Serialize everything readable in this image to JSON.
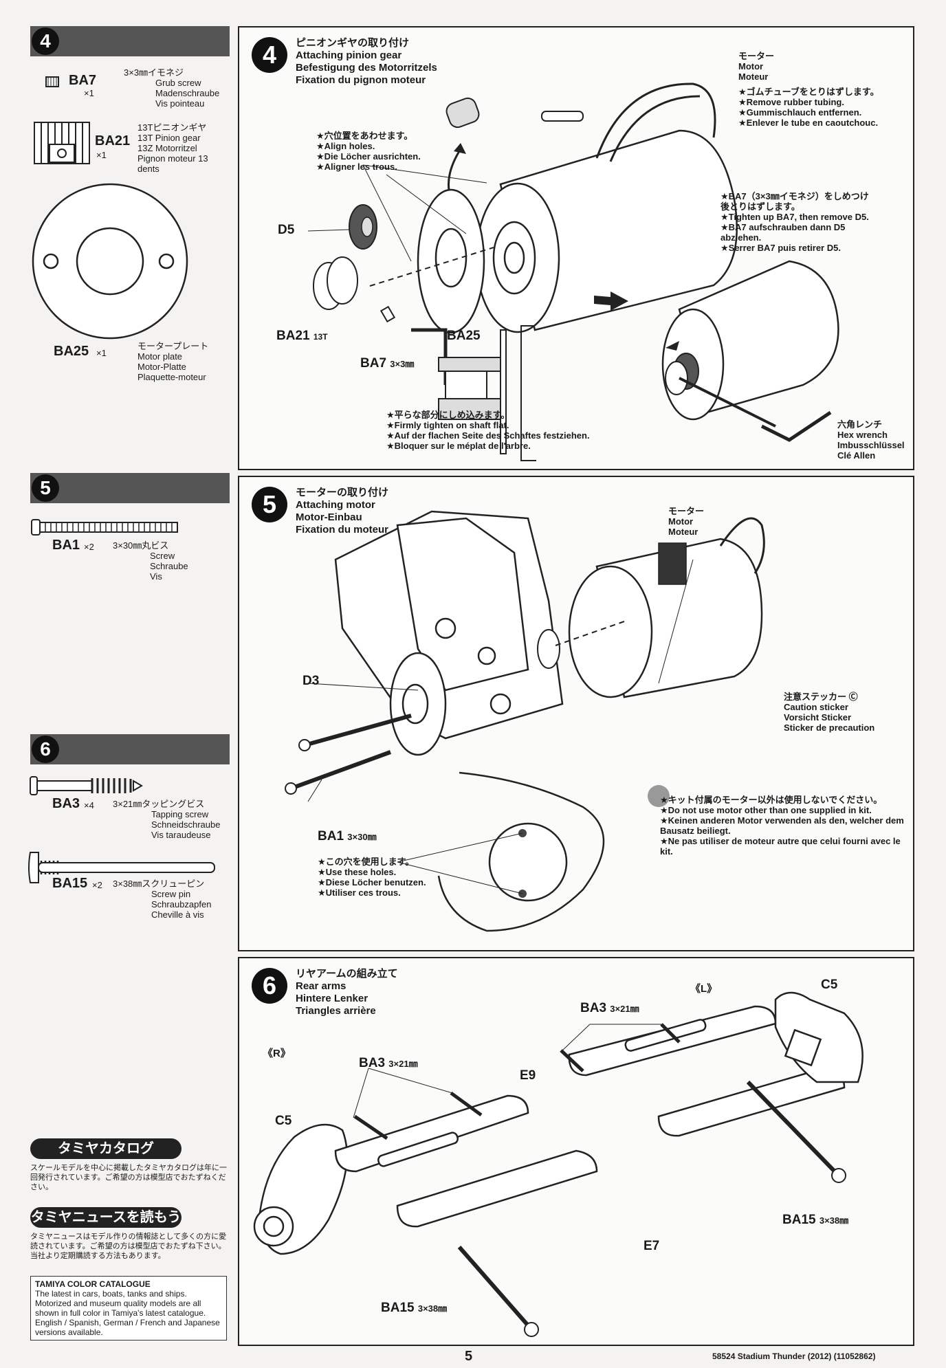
{
  "left": {
    "step4": {
      "num": "4",
      "ba7": {
        "code": "BA7",
        "qty": "×1",
        "jp": "3×3㎜イモネジ",
        "en": "Grub screw",
        "de": "Madenschraube",
        "fr": "Vis pointeau"
      },
      "ba21": {
        "code": "BA21",
        "qty": "×1",
        "jp": "13Tピニオンギヤ",
        "en": "13T Pinion gear",
        "de": "13Z Motorritzel",
        "fr": "Pignon moteur 13 dents"
      },
      "ba25": {
        "code": "BA25",
        "qty": "×1",
        "jp": "モータープレート",
        "en": "Motor plate",
        "de": "Motor-Platte",
        "fr": "Plaquette-moteur"
      }
    },
    "step5": {
      "num": "5",
      "ba1": {
        "code": "BA1",
        "qty": "×2",
        "jp": "3×30㎜丸ビス",
        "en": "Screw",
        "de": "Schraube",
        "fr": "Vis"
      }
    },
    "step6": {
      "num": "6",
      "ba3": {
        "code": "BA3",
        "qty": "×4",
        "jp": "3×21㎜タッピングビス",
        "en": "Tapping screw",
        "de": "Schneidschraube",
        "fr": "Vis taraudeuse"
      },
      "ba15": {
        "code": "BA15",
        "qty": "×2",
        "jp": "3×38㎜スクリューピン",
        "en": "Screw pin",
        "de": "Schraubzapfen",
        "fr": "Cheville à vis"
      }
    },
    "catalog_jp": {
      "title": "タミヤカタログ",
      "body": "スケールモデルを中心に掲載したタミヤカタログは年に一回発行されています。ご希望の方は模型店でおたずねください。"
    },
    "news_jp": {
      "title": "タミヤニュースを読もう",
      "body": "タミヤニュースはモデル作りの情報誌として多くの方に愛読されています。ご希望の方は模型店でおたずね下さい。当社より定期購読する方法もあります。"
    },
    "catalog_en": {
      "title": "TAMIYA COLOR CATALOGUE",
      "body": "The latest in cars, boats, tanks and ships. Motorized and museum quality models are all shown in full color in Tamiya's latest catalogue. English / Spanish, German / French and Japanese versions available."
    }
  },
  "panel4": {
    "num": "4",
    "title_jp": "ピニオンギヤの取り付け",
    "title_en": "Attaching pinion gear",
    "title_de": "Befestigung des Motorritzels",
    "title_fr": "Fixation du pignon moteur",
    "motor": [
      "モーター",
      "Motor",
      "Moteur"
    ],
    "tube_note": [
      "★ゴムチューブをとりはずします。",
      "★Remove rubber tubing.",
      "★Gummischlauch entfernen.",
      "★Enlever le tube en caoutchouc."
    ],
    "align_note": [
      "★穴位置をあわせます。",
      "★Align holes.",
      "★Die Löcher ausrichten.",
      "★Aligner les trous."
    ],
    "tighten_note": [
      "★BA7（3×3㎜イモネジ）をしめつけ",
      "後とりはずします。",
      "★Tighten up BA7, then remove D5.",
      "★BA7 aufschrauben dann D5",
      "abziehen.",
      "★Serrer BA7 puis retirer D5."
    ],
    "flat_note": [
      "★平らな部分にしめ込みます。",
      "★Firmly tighten on shaft flat.",
      "★Auf der flachen Seite des Schaftes festziehen.",
      "★Bloquer sur le méplat de l'arbre."
    ],
    "hex": [
      "六角レンチ",
      "Hex wrench",
      "Imbusschlüssel",
      "Clé Allen"
    ],
    "d5": "D5",
    "ba21": "BA21",
    "ba21_sub": "13T",
    "ba25": "BA25",
    "ba7": "BA7",
    "ba7_sub": "3×3㎜"
  },
  "panel5": {
    "num": "5",
    "title_jp": "モーターの取り付け",
    "title_en": "Attaching motor",
    "title_de": "Motor-Einbau",
    "title_fr": "Fixation du moteur",
    "motor": [
      "モーター",
      "Motor",
      "Moteur"
    ],
    "d3": "D3",
    "ba1": "BA1",
    "ba1_sub": "3×30㎜",
    "caution": [
      "注意ステッカー Ⓒ",
      "Caution sticker",
      "Vorsicht Sticker",
      "Sticker de precaution"
    ],
    "warning": [
      "★キット付属のモーター以外は使用しないでください。",
      "★Do not use motor other than one supplied in kit.",
      "★Keinen anderen Motor verwenden als den, welcher dem Bausatz beiliegt.",
      "★Ne pas utiliser de moteur autre que celui fourni avec le kit."
    ],
    "holes": [
      "★この穴を使用します。",
      "★Use these holes.",
      "★Diese Löcher benutzen.",
      "★Utiliser ces trous."
    ]
  },
  "panel6": {
    "num": "6",
    "title_jp": "リヤアームの組み立て",
    "title_en": "Rear arms",
    "title_de": "Hintere Lenker",
    "title_fr": "Triangles arrière",
    "L": "《L》",
    "R": "《R》",
    "c5a": "C5",
    "c5b": "C5",
    "e9": "E9",
    "e7": "E7",
    "ba3a": "BA3",
    "ba3a_sub": "3×21㎜",
    "ba3b": "BA3",
    "ba3b_sub": "3×21㎜",
    "ba15a": "BA15",
    "ba15a_sub": "3×38㎜",
    "ba15b": "BA15",
    "ba15b_sub": "3×38㎜"
  },
  "footer": {
    "page": "5",
    "ref": "58524  Stadium Thunder (2012) (11052862)"
  }
}
